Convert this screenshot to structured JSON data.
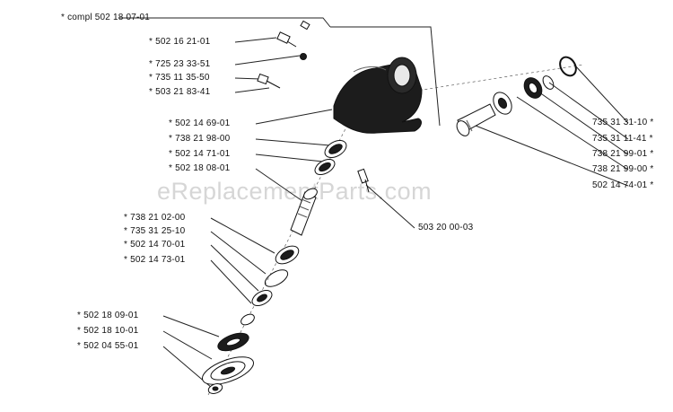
{
  "diagram": {
    "heading_code": "compl 502 18 07-01",
    "watermark": "eReplacementParts.com",
    "line_color": "#222222",
    "part_fill": "#1c1c1c",
    "labels": [
      {
        "id": "compl",
        "code": "compl 502 18 07-01",
        "starred": true
      },
      {
        "id": "p1",
        "code": "502 16 21-01",
        "starred": true
      },
      {
        "id": "p2",
        "code": "725 23 33-51",
        "starred": true
      },
      {
        "id": "p3",
        "code": "735 11 35-50",
        "starred": true
      },
      {
        "id": "p4",
        "code": "503 21 83-41",
        "starred": true
      },
      {
        "id": "p5",
        "code": "502 14 69-01",
        "starred": true
      },
      {
        "id": "p6",
        "code": "738 21 98-00",
        "starred": true
      },
      {
        "id": "p7",
        "code": "502 14 71-01",
        "starred": true
      },
      {
        "id": "p8",
        "code": "502 18 08-01",
        "starred": true
      },
      {
        "id": "p9",
        "code": "738 21 02-00",
        "starred": true
      },
      {
        "id": "p10",
        "code": "735 31 25-10",
        "starred": true
      },
      {
        "id": "p11",
        "code": "502 14 70-01",
        "starred": true
      },
      {
        "id": "p12",
        "code": "502 14 73-01",
        "starred": true
      },
      {
        "id": "p13",
        "code": "502 18 09-01",
        "starred": true
      },
      {
        "id": "p14",
        "code": "502 18 10-01",
        "starred": true
      },
      {
        "id": "p15",
        "code": "502 04 55-01",
        "starred": true
      },
      {
        "id": "p16",
        "code": "503 20 00-03",
        "starred": false
      },
      {
        "id": "p17",
        "code": "735 31 31-10",
        "starred": true
      },
      {
        "id": "p18",
        "code": "735 31 11-41",
        "starred": true
      },
      {
        "id": "p19",
        "code": "738 21 99-01",
        "starred": true
      },
      {
        "id": "p20",
        "code": "738 21 99-00",
        "starred": true
      },
      {
        "id": "p21",
        "code": "502 14 74-01",
        "starred": true
      }
    ]
  }
}
